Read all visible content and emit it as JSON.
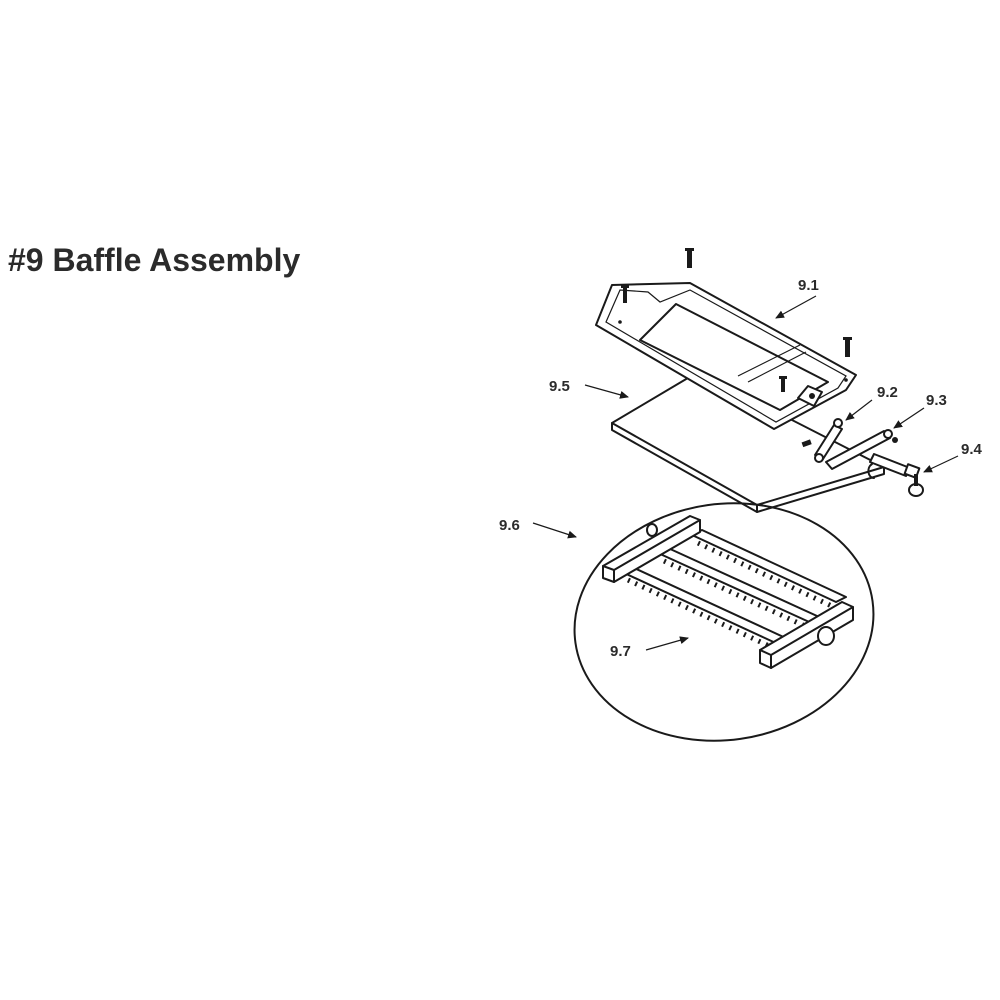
{
  "title": "#9 Baffle Assembly",
  "callouts": [
    {
      "id": "9.1",
      "label": "9.1"
    },
    {
      "id": "9.2",
      "label": "9.2"
    },
    {
      "id": "9.3",
      "label": "9.3"
    },
    {
      "id": "9.4",
      "label": "9.4"
    },
    {
      "id": "9.5",
      "label": "9.5"
    },
    {
      "id": "9.6",
      "label": "9.6"
    },
    {
      "id": "9.7",
      "label": "9.7"
    }
  ]
}
